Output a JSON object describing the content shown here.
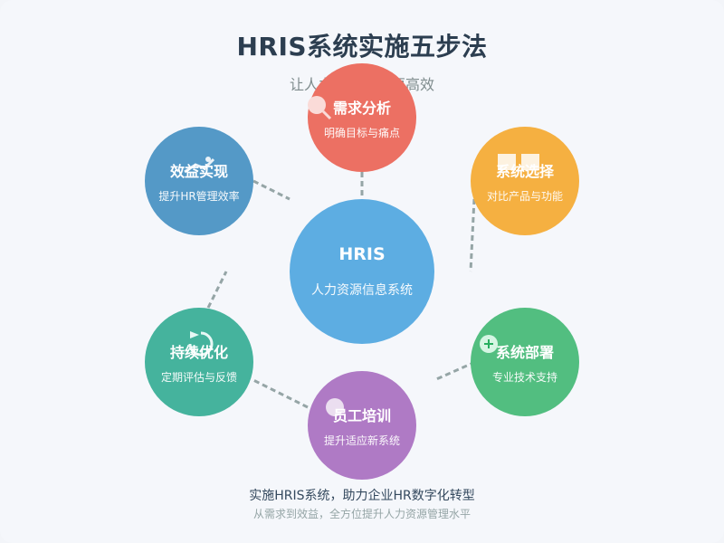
{
  "header": {
    "title": "HRIS系统实施五步法",
    "subtitle": "让人力资源管理更高效"
  },
  "center": {
    "title": "HRIS",
    "subtitle": "人力资源信息系统",
    "color": "#5dade2"
  },
  "steps": [
    {
      "title": "需求分析",
      "subtitle": "明确目标与痛点",
      "color": "#ec7063",
      "icon": "magnifier-icon"
    },
    {
      "title": "系统选择",
      "subtitle": "对比产品与功能",
      "color": "#f5b041",
      "icon": "compare-docs-icon"
    },
    {
      "title": "系统部署",
      "subtitle": "专业技术支持",
      "color": "#52be80",
      "icon": "plus-icon"
    },
    {
      "title": "员工培训",
      "subtitle": "提升适应新系统",
      "color": "#af7ac5",
      "icon": "person-icon"
    },
    {
      "title": "持续优化",
      "subtitle": "定期评估与反馈",
      "color": "#45b39d",
      "icon": "cycle-icon"
    },
    {
      "title": "效益实现",
      "subtitle": "提升HR管理效率",
      "color": "#5499c7",
      "icon": "growth-icon"
    }
  ],
  "footer": {
    "line1": "实施HRIS系统，助力企业HR数字化转型",
    "line2": "从需求到效益，全方位提升人力资源管理水平"
  }
}
